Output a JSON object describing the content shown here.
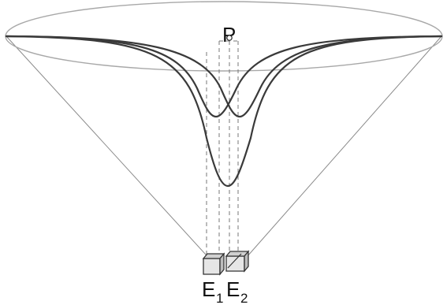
{
  "labels": {
    "point": "P",
    "point_sub": "o",
    "sensor_1": "E",
    "sensor_1_sub": "1",
    "sensor_2": "E",
    "sensor_2_sub": "2"
  },
  "colors": {
    "curve": "#3a3a3a",
    "cone_line": "#8a8a8a",
    "ellipse": "#a8a8a8",
    "dashed": "#777777",
    "sensor_fill": "#e6e6e6",
    "sensor_stroke": "#333333"
  }
}
